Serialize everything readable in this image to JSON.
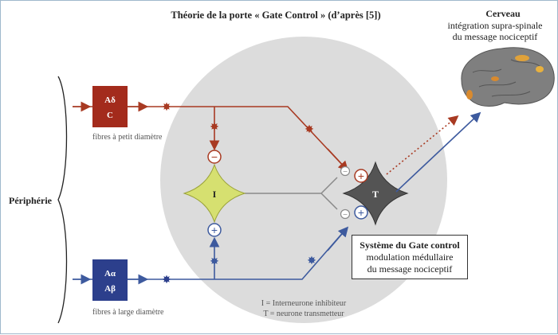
{
  "title": "Théorie de la porte « Gate Control » (d’après [5])",
  "brain": {
    "label": "Cerveau",
    "line1": "intégration supra-spinale",
    "line2": "du message nociceptif"
  },
  "periphery_label": "Périphérie",
  "fibers_small": {
    "box_line1": "Aδ",
    "box_line2": "C",
    "caption": "fibres à petit diamètre"
  },
  "fibers_large": {
    "box_line1": "Aα",
    "box_line2": "Aβ",
    "caption": "fibres à large diamètre"
  },
  "interneuron_label": "I",
  "transmitter_label": "T",
  "signs": {
    "minus": "−",
    "plus": "+"
  },
  "legend": {
    "line1": "I = Interneurone inhibiteur",
    "line2": "T = neurone transmetteur"
  },
  "gate_box": {
    "line1": "Système du Gate control",
    "line2": "modulation médullaire",
    "line3": "du message nociceptif"
  },
  "colors": {
    "small_fiber": "#a83a22",
    "large_fiber": "#3d5a9e",
    "small_box": "#a32b1c",
    "large_box": "#2c3f8c",
    "interneuron": "#d6e070",
    "transmitter": "#545454",
    "gate_zone": "#dcdcdc"
  }
}
